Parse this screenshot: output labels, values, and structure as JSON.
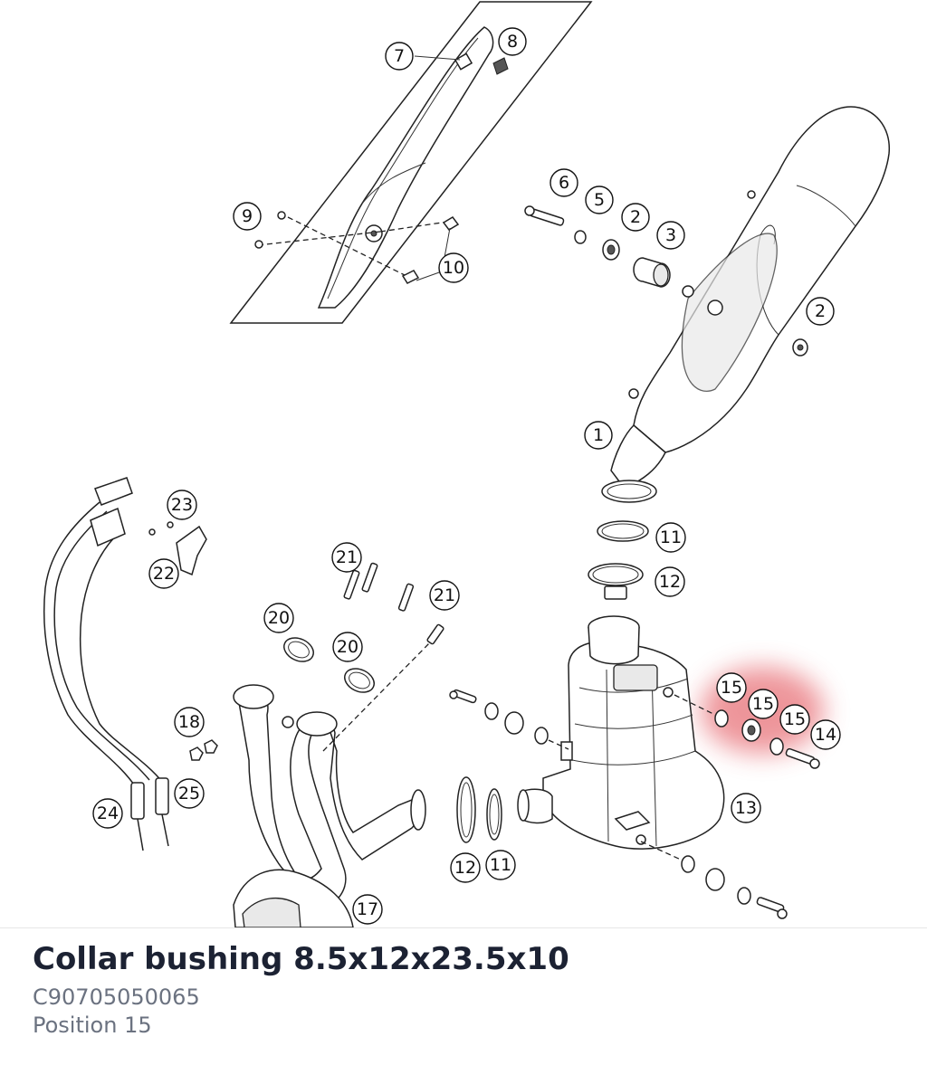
{
  "part": {
    "title": "Collar bushing 8.5x12x23.5x10",
    "number": "C90705050065",
    "position": "Position 15"
  },
  "highlight_color": "#e0404a",
  "callouts": [
    "7",
    "8",
    "9",
    "10",
    "6",
    "5",
    "2",
    "3",
    "2",
    "1",
    "23",
    "22",
    "21",
    "21",
    "20",
    "20",
    "11",
    "12",
    "18",
    "25",
    "24",
    "17",
    "12",
    "11",
    "13",
    "15",
    "15",
    "15",
    "14"
  ]
}
